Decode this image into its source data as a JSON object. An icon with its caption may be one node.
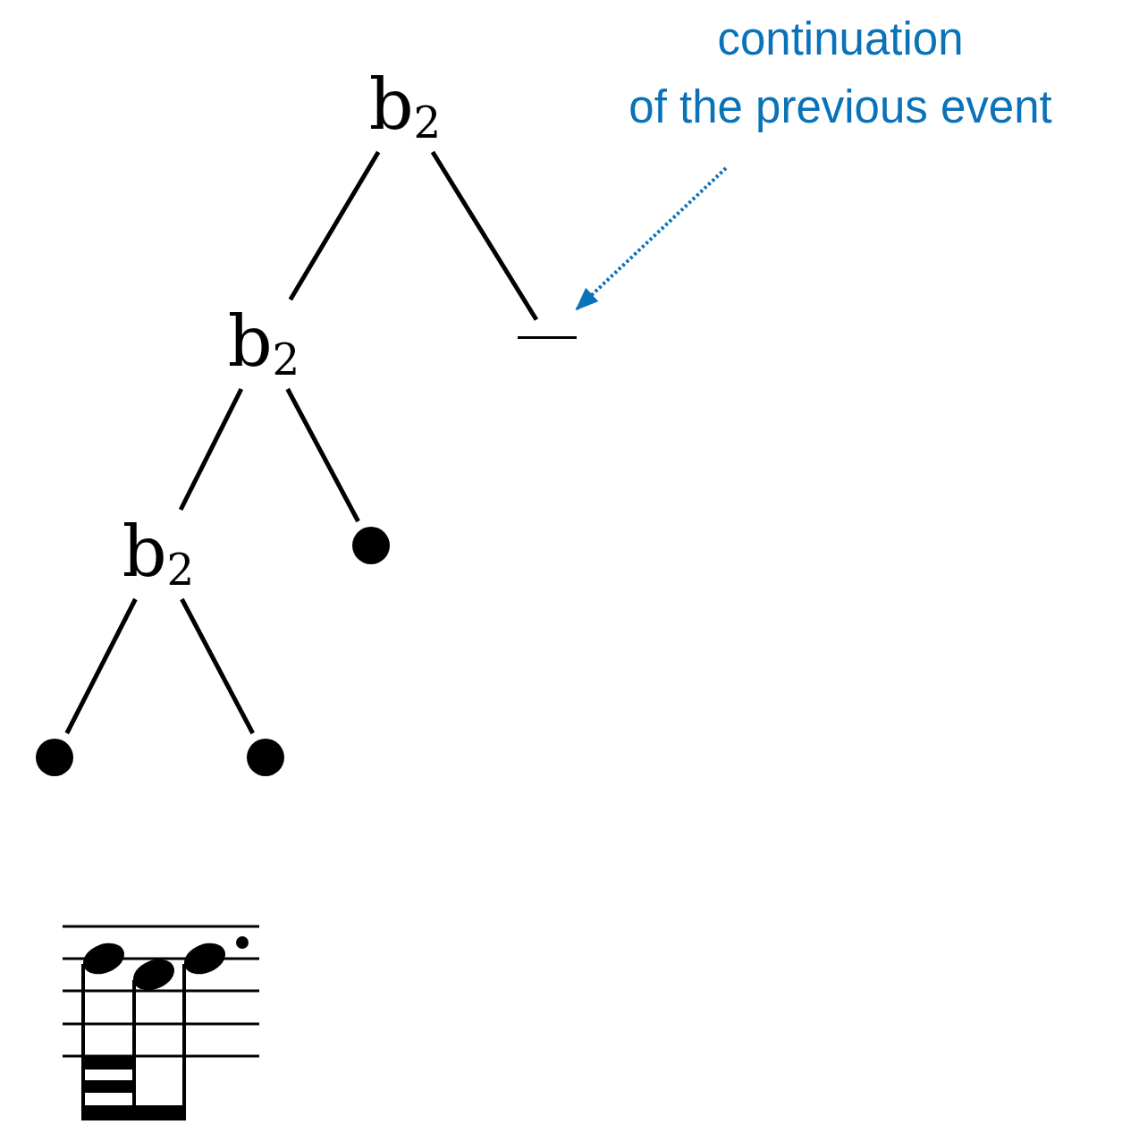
{
  "diagram": {
    "nodes": [
      {
        "text": [
          "b$_{2}$"
        ]
      },
      {
        "text": [
          "b$_{2}$"
        ]
      },
      {
        "text": [],
        "shape": "bar"
      },
      {
        "text": [
          "b$_{2}$"
        ]
      },
      {
        "text": [],
        "shape": "circle"
      },
      {
        "text": [],
        "shape": "circle"
      },
      {
        "text": [],
        "shape": "circle"
      },
      {
        "text": [
          "continuation of the previous event"
        ]
      }
    ],
    "edges": [
      {
        "from": 0,
        "to": 1,
        "arrow": "none"
      },
      {
        "from": 0,
        "to": 2,
        "arrow": "none"
      },
      {
        "from": 1,
        "to": 3,
        "arrow": "none"
      },
      {
        "from": 1,
        "to": 4,
        "arrow": "none"
      },
      {
        "from": 3,
        "to": 5,
        "arrow": "none"
      },
      {
        "from": 3,
        "to": 6,
        "arrow": "none"
      },
      {
        "from": 7,
        "to": 2,
        "arrow": "to",
        "style": "dashed",
        "color": "#0a72b8"
      }
    ]
  }
}
